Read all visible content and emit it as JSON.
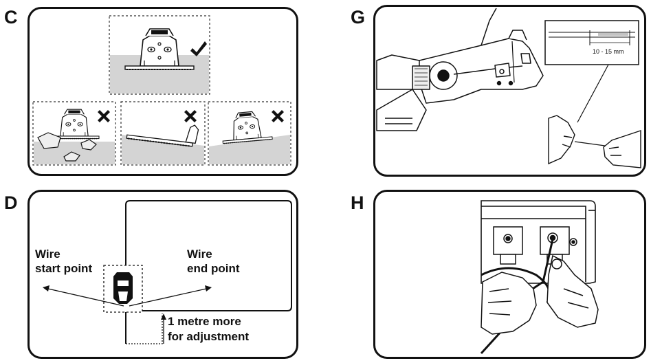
{
  "panels": {
    "c": {
      "letter": "C"
    },
    "d": {
      "letter": "D",
      "start_line1": "Wire",
      "start_line2": "start point",
      "end_line1": "Wire",
      "end_line2": "end point",
      "adjust_line1": "1 metre more",
      "adjust_line2": "for adjustment"
    },
    "g": {
      "letter": "G",
      "strip_length": "10 - 15 mm"
    },
    "h": {
      "letter": "H"
    }
  },
  "colors": {
    "ink": "#111111",
    "ground": "#d4d4d4",
    "cross": "#111111"
  },
  "icons": [
    "check-icon",
    "cross-icon",
    "robot-mower-icon",
    "wire-stripper-icon",
    "hand-icon",
    "connector-icon"
  ]
}
